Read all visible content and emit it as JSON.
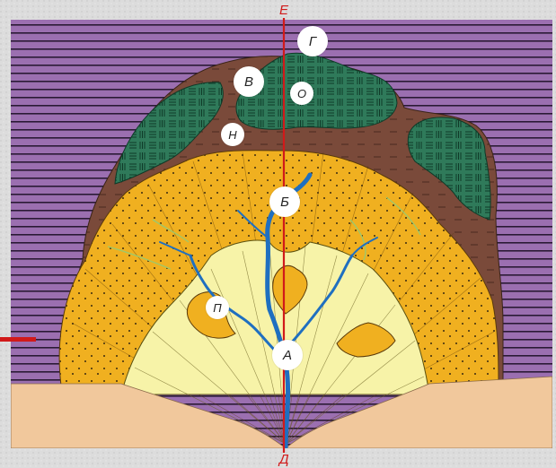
{
  "diagram": {
    "axis_top_label": "Е",
    "axis_bottom_label": "Д",
    "markers": {
      "g": "Г",
      "v": "В",
      "o": "О",
      "n": "Н",
      "b": "Б",
      "p": "П",
      "a": "А"
    }
  },
  "colors": {
    "background_texture": "#d9d9d9",
    "purple_layers": "#9b6fb0",
    "layer_lines": "#2a1a35",
    "brown_zone": "#7a4a3a",
    "green_zone": "#2f7a5a",
    "orange_zone": "#f0b020",
    "pale_yellow_zone": "#f7f3a8",
    "ground": "#f1c89c",
    "channels": "#1f6fc0",
    "axis": "#d11a1a"
  }
}
